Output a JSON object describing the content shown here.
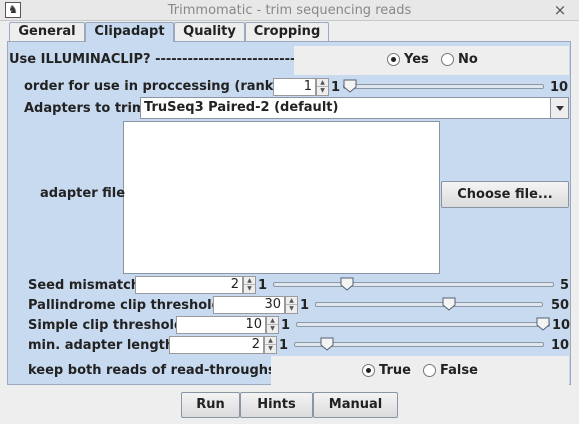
{
  "window": {
    "title": "Trimmomatic - trim sequencing reads",
    "close_glyph": "×",
    "app_icon_glyph": "♞"
  },
  "tabs": [
    {
      "label": "General",
      "active": false
    },
    {
      "label": "Clipadapt",
      "active": true
    },
    {
      "label": "Quality",
      "active": false
    },
    {
      "label": "Cropping",
      "active": false
    }
  ],
  "illuminaclip": {
    "label": "Use ILLUMINACLIP?  ------------------------------",
    "options": [
      {
        "label": "Yes",
        "selected": true
      },
      {
        "label": "No",
        "selected": false
      }
    ]
  },
  "rank": {
    "label": "order for use in proccessing (rank)",
    "value": "1",
    "min": "1",
    "max": "10",
    "level": 1
  },
  "adapters": {
    "label": "Adapters to trim",
    "selected": "TruSeq3 Paired-2 (default)"
  },
  "adapter_file": {
    "label": "adapter file",
    "choose_label": "Choose file...",
    "content": ""
  },
  "seed_mismatch": {
    "label": "Seed mismatch",
    "value": "2",
    "min": "1",
    "max": "5",
    "level": 2
  },
  "palindrome": {
    "label": "Pallindrome clip threshold",
    "value": "30",
    "min": "1",
    "max": "50",
    "level": 30
  },
  "simple_clip": {
    "label": "Simple clip threshold",
    "value": "10",
    "min": "1",
    "max": "10",
    "level": 10
  },
  "min_adapter": {
    "label": "min. adapter length",
    "value": "2",
    "min": "1",
    "max": "10",
    "level": 2
  },
  "keep_both": {
    "label": "keep both reads of read-throughs",
    "options": [
      {
        "label": "True",
        "selected": true
      },
      {
        "label": "False",
        "selected": false
      }
    ]
  },
  "buttons": {
    "run": "Run",
    "hints": "Hints",
    "manual": "Manual"
  },
  "icons": {
    "spinner_up": "▲",
    "spinner_down": "▼",
    "dropdown": "chevron-down-icon",
    "slider_thumb": "slider-thumb-icon"
  },
  "colors": {
    "panel": "#c8daef",
    "light": "#eeeeee",
    "accent_border": "#9aa9bb"
  }
}
